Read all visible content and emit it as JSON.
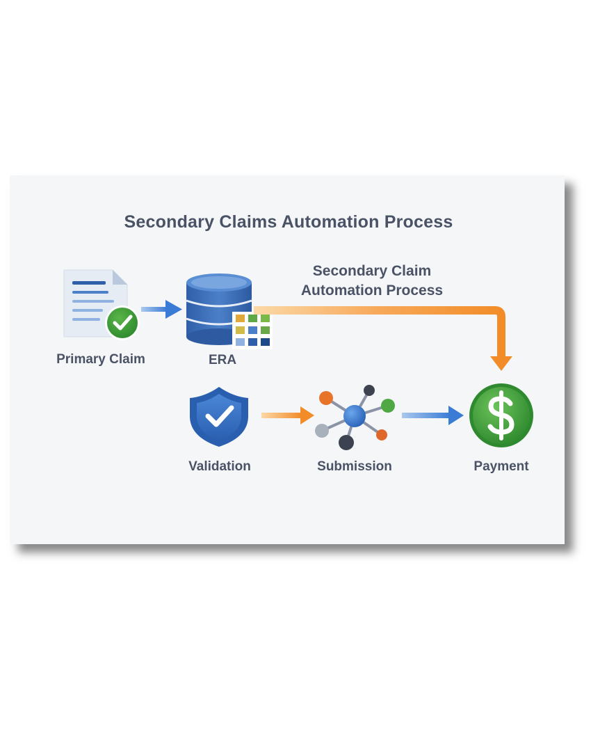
{
  "title": "Secondary Claims Automation Process",
  "flow_label": {
    "line1": "Secondary Claim",
    "line2": "Automation Process"
  },
  "nodes": {
    "primary_claim": {
      "label": "Primary Claim",
      "icon": "document-check-icon"
    },
    "era": {
      "label": "ERA",
      "icon": "database-icon"
    },
    "validation": {
      "label": "Validation",
      "icon": "shield-check-icon"
    },
    "submission": {
      "label": "Submission",
      "icon": "network-icon"
    },
    "payment": {
      "label": "Payment",
      "icon": "dollar-coin-icon"
    }
  },
  "colors": {
    "blue_arrow": "#3a7bd5",
    "orange_arrow": "#f28c28",
    "text": "#4a5266",
    "green": "#3a9a3a"
  }
}
